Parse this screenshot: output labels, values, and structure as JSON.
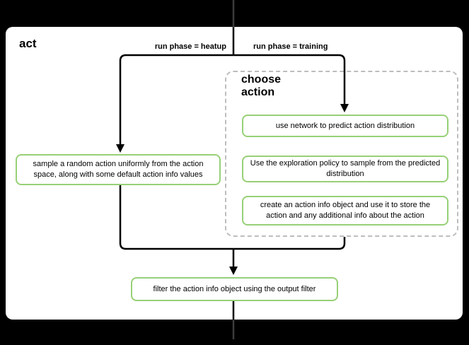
{
  "colors": {
    "background": "#000000",
    "panel": "#ffffff",
    "node_border": "#97d077",
    "dashed_border": "#bdbdbd",
    "connector": "#000000"
  },
  "diagram": {
    "title": "act",
    "branch_left_label": "run phase = heatup",
    "branch_right_label": "run phase = training",
    "group": {
      "title": "choose\naction",
      "nodes": [
        "use network to predict action distribution",
        "Use the exploration policy to sample from the predicted distribution",
        "create an action info object and use it to store the action and any additional info about the action"
      ]
    },
    "nodes": {
      "sample_random": "sample a random action uniformly from the action space, along with some default action info values",
      "filter_output": "filter the action info object using the output filter"
    }
  }
}
